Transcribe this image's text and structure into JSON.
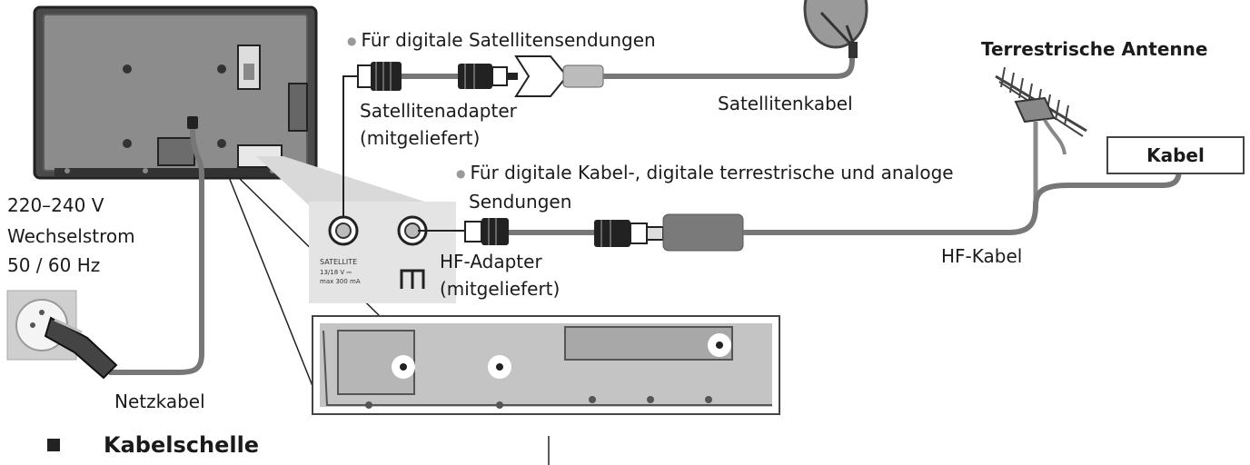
{
  "labels": {
    "satellite_bullet": "Für digitale Satellitensendungen",
    "terrestrial_antenna": "Terrestrische Antenne",
    "satellite_adapter_line1": "Satellitenadapter",
    "satellite_adapter_line2": "(mitgeliefert)",
    "satellite_cable": "Satellitenkabel",
    "cable_box": "Kabel",
    "cable_bullet_line1": "Für digitale Kabel-, digitale terrestrische und analoge",
    "cable_bullet_line2": "Sendungen",
    "voltage": "220–240 V",
    "alternating_current": "Wechselstrom",
    "frequency": "50 / 60 Hz",
    "rf_adapter_line1": "HF-Adapter",
    "rf_adapter_line2": "(mitgeliefert)",
    "rf_cable": "HF-Kabel",
    "mains_lead": "Netzkabel",
    "cable_clamp_heading": "Kabelschelle",
    "satellite_port_text": "SATELLITE",
    "satellite_port_spec1": "13/18 V ⎓",
    "satellite_port_spec2": "max 300 mA"
  }
}
